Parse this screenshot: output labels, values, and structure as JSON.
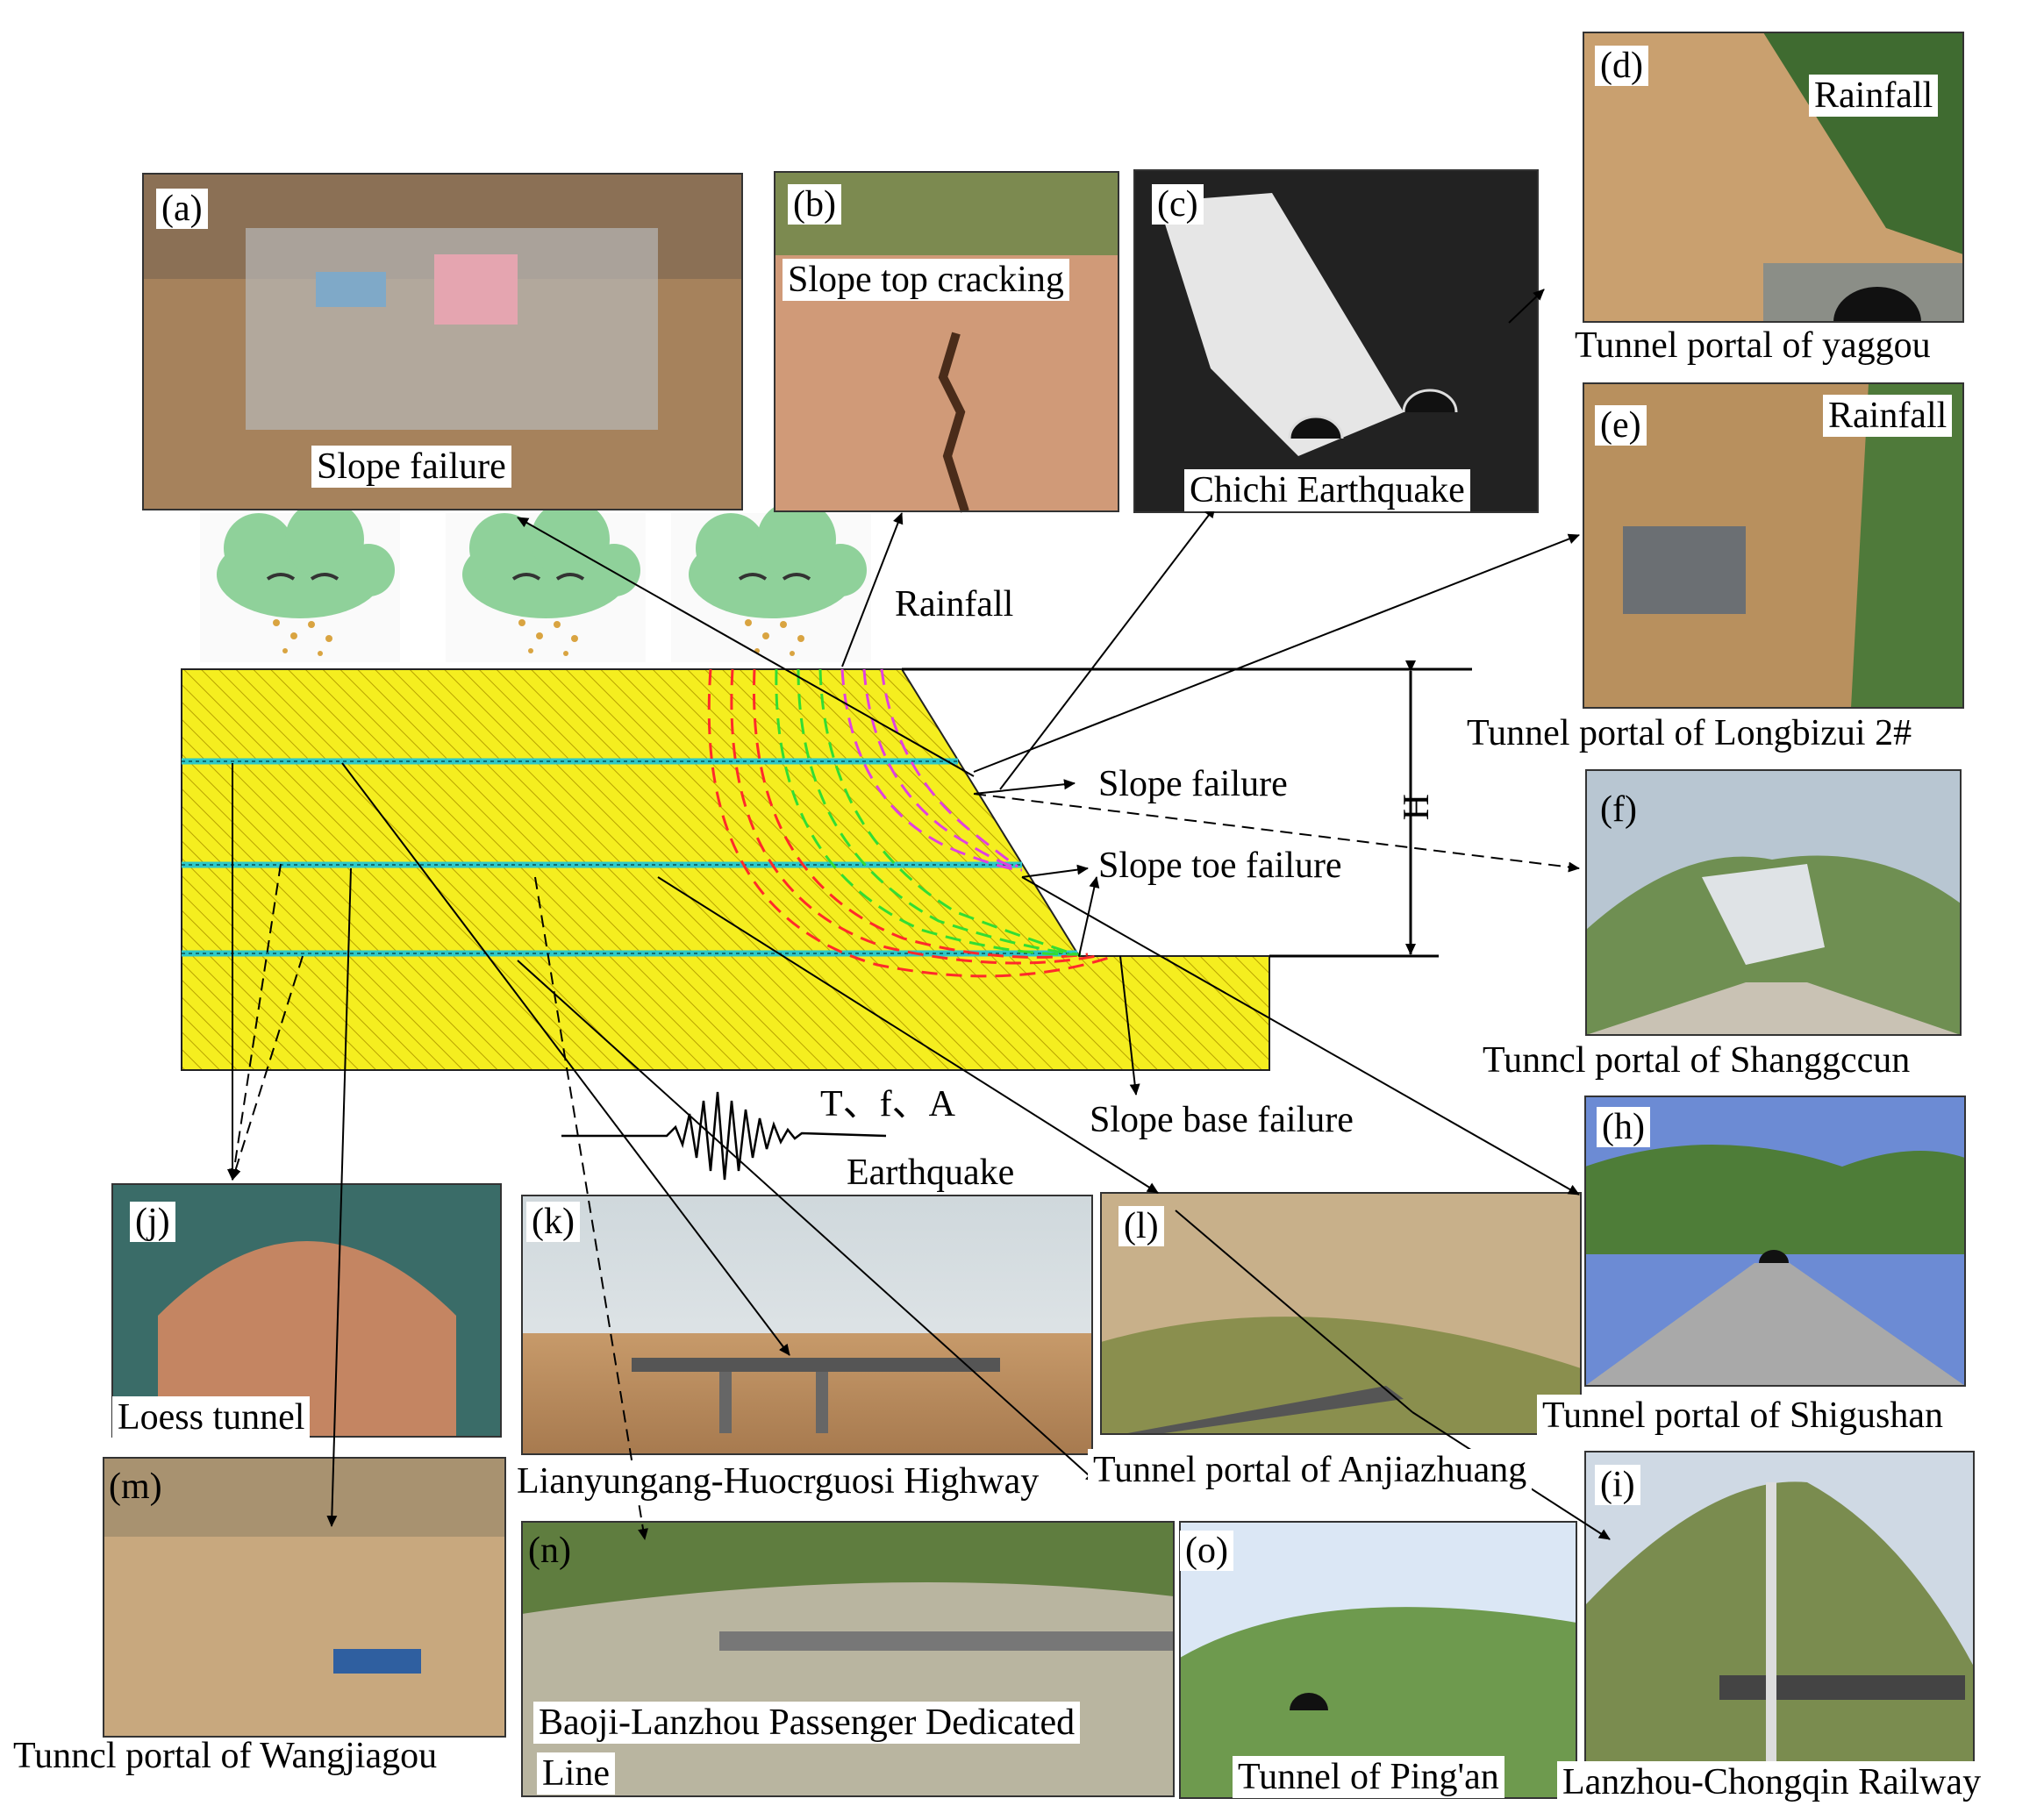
{
  "panels": {
    "a": {
      "tag": "(a)",
      "caption": "Slope failure"
    },
    "b": {
      "tag": "(b)",
      "caption": "Slope top cracking"
    },
    "c": {
      "tag": "(c)",
      "caption": "Chichi Earthquake"
    },
    "d": {
      "tag": "(d)",
      "inner": "Rainfall",
      "caption": "Tunnel portal of yaggou"
    },
    "e": {
      "tag": "(e)",
      "inner": "Rainfall",
      "caption": "Tunnel portal of Longbizui 2#"
    },
    "f": {
      "tag": "(f)",
      "caption": "Tunncl portal of Shanggccun"
    },
    "h": {
      "tag": "(h)",
      "caption": "Tunnel portal of Shigushan"
    },
    "i": {
      "tag": "(i)",
      "caption": "Lanzhou-Chongqin Railway"
    },
    "j": {
      "tag": "(j)",
      "caption": "Loess tunnel"
    },
    "k": {
      "tag": "(k)",
      "caption": "Lianyungang-Huocrguosi Highway"
    },
    "l": {
      "tag": "(l)",
      "caption": "Tunnel portal of Anjiazhuang"
    },
    "m": {
      "tag": "(m)",
      "caption": "Tunncl portal of  Wangjiagou"
    },
    "n": {
      "tag": "(n)",
      "caption_line1": "Baoji-Lanzhou Passenger Dedicated",
      "caption_line2": "Line"
    },
    "o": {
      "tag": "(o)",
      "caption": "Tunnel of Ping'an"
    }
  },
  "labels": {
    "rainfall": "Rainfall",
    "slope_failure": "Slope failure",
    "slope_toe_failure": "Slope toe failure",
    "slope_base_failure": "Slope base failure",
    "height": "H",
    "wave_params": "T、f、A",
    "earthquake": "Earthquake"
  },
  "colors": {
    "loess": "#f5ee1f",
    "hatch": "#b8a300",
    "layer_band": "#2ec8c8",
    "slip_red": "#ff2a2a",
    "slip_green": "#33dd33",
    "slip_magenta": "#e040e0",
    "cloud": "#8fd19a"
  }
}
